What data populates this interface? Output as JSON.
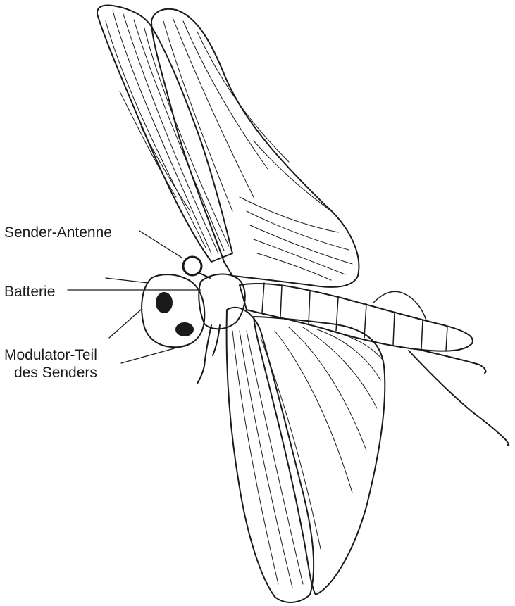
{
  "labels": {
    "antenna": "Sender-Antenne",
    "battery": "Batterie",
    "modulator_line1": "Modulator-Teil",
    "modulator_line2": "des Senders"
  },
  "colors": {
    "ink": "#1a1a1a",
    "paper": "#ffffff"
  }
}
